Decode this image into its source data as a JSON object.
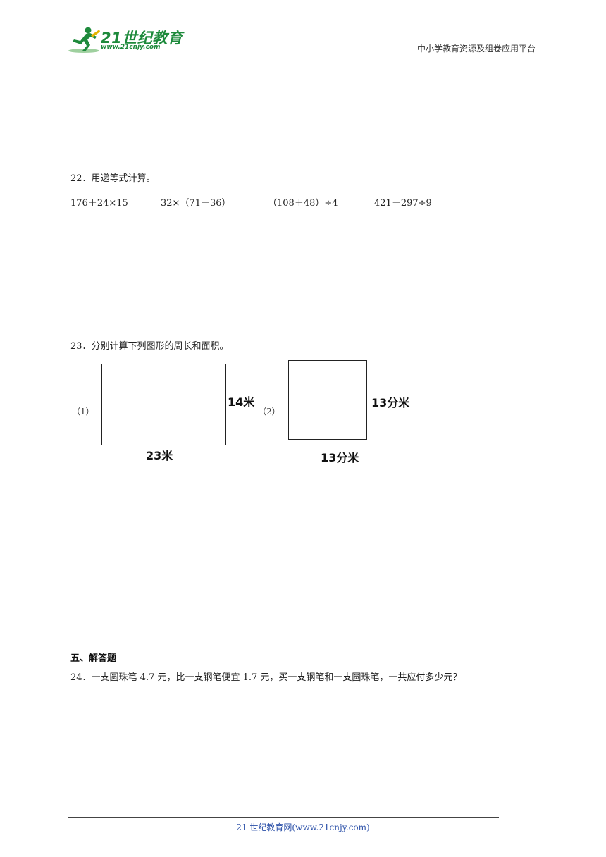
{
  "header": {
    "logo_text": "21世纪教育",
    "logo_url": "www.21cnjy.com",
    "right_text": "中小学教育资源及组卷应用平台"
  },
  "q22": {
    "title": "22．用递等式计算。",
    "expressions": [
      "176＋24×15",
      "32×（71－36）",
      "（108＋48）÷4",
      "421－297÷9"
    ]
  },
  "q23": {
    "title": "23．分别计算下列图形的周长和面积。",
    "figure1": {
      "label": "（1）",
      "width_label": "23米",
      "height_label": "14米",
      "width": 23,
      "height": 14,
      "unit": "米"
    },
    "figure2": {
      "label": "（2）",
      "width_label": "13分米",
      "height_label": "13分米",
      "width": 13,
      "height": 13,
      "unit": "分米"
    }
  },
  "section5": {
    "title": "五、解答题"
  },
  "q24": {
    "text": "24．一支圆珠笔 4.7 元，比一支钢笔便宜 1.7 元，买一支钢笔和一支圆珠笔，一共应付多少元？"
  },
  "footer": {
    "text": "21 世纪教育网(www.21cnjy.com)"
  },
  "colors": {
    "brand_green": "#1e8a3c",
    "footer_blue": "#2a4fa8"
  }
}
